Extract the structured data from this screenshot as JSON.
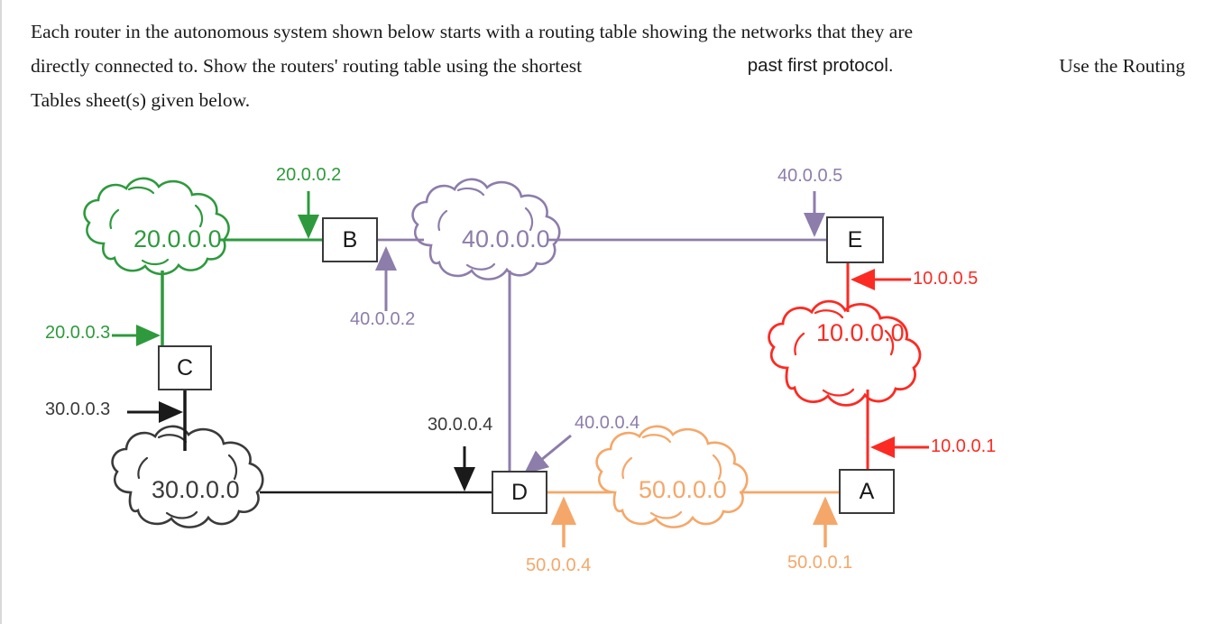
{
  "question": {
    "line1": "Each router in the autonomous system shown below starts with a routing table showing the networks that they are",
    "line2_a": "directly connected to. Show the routers' routing table using the shortest ",
    "line2_b": "past first protocol.",
    "line2_c": "  Use the Routing",
    "line3": "Tables sheet(s) given below."
  },
  "colors": {
    "green": "#2e9a3d",
    "purple": "#8d7daa",
    "red": "#fb2b23",
    "orange": "#f5a769",
    "black": "#3a3a3a",
    "text": "#404040"
  },
  "diagram": {
    "clouds": [
      {
        "id": "net-20",
        "label": "20.0.0.0",
        "color": "#2e9a3d"
      },
      {
        "id": "net-40",
        "label": "40.0.0.0",
        "color": "#8d7daa"
      },
      {
        "id": "net-10",
        "label": "10.0.0.0",
        "color": "#fb2b23"
      },
      {
        "id": "net-30",
        "label": "30.0.0.0",
        "color": "#3a3a3a"
      },
      {
        "id": "net-50",
        "label": "50.0.0.0",
        "color": "#f5a769"
      }
    ],
    "routers": [
      {
        "id": "router-b",
        "label": "B"
      },
      {
        "id": "router-c",
        "label": "C"
      },
      {
        "id": "router-d",
        "label": "D"
      },
      {
        "id": "router-e",
        "label": "E"
      },
      {
        "id": "router-a",
        "label": "A"
      }
    ],
    "interfaces": [
      {
        "id": "if-20-0-0-2",
        "label": "20.0.0.2",
        "color": "#2e9a3d",
        "router": "B",
        "network": "20.0.0.0"
      },
      {
        "id": "if-20-0-0-3",
        "label": "20.0.0.3",
        "color": "#2e9a3d",
        "router": "C",
        "network": "20.0.0.0"
      },
      {
        "id": "if-30-0-0-3",
        "label": "30.0.0.3",
        "color": "#3a3a3a",
        "router": "C",
        "network": "30.0.0.0"
      },
      {
        "id": "if-40-0-0-2",
        "label": "40.0.0.2",
        "color": "#8d7daa",
        "router": "B",
        "network": "40.0.0.0"
      },
      {
        "id": "if-40-0-0-4",
        "label": "40.0.0.4",
        "color": "#8d7daa",
        "router": "D",
        "network": "40.0.0.0"
      },
      {
        "id": "if-40-0-0-5",
        "label": "40.0.0.5",
        "color": "#8d7daa",
        "router": "E",
        "network": "40.0.0.0"
      },
      {
        "id": "if-30-0-0-4",
        "label": "30.0.0.4",
        "color": "#3a3a3a",
        "router": "D",
        "network": "30.0.0.0"
      },
      {
        "id": "if-50-0-0-4",
        "label": "50.0.0.4",
        "color": "#f5a769",
        "router": "D",
        "network": "50.0.0.0"
      },
      {
        "id": "if-50-0-0-1",
        "label": "50.0.0.1",
        "color": "#f5a769",
        "router": "A",
        "network": "50.0.0.0"
      },
      {
        "id": "if-10-0-0-1",
        "label": "10.0.0.1",
        "color": "#fb2b23",
        "router": "A",
        "network": "10.0.0.0"
      },
      {
        "id": "if-10-0-0-5",
        "label": "10.0.0.5",
        "color": "#fb2b23",
        "router": "E",
        "network": "10.0.0.0"
      }
    ]
  }
}
